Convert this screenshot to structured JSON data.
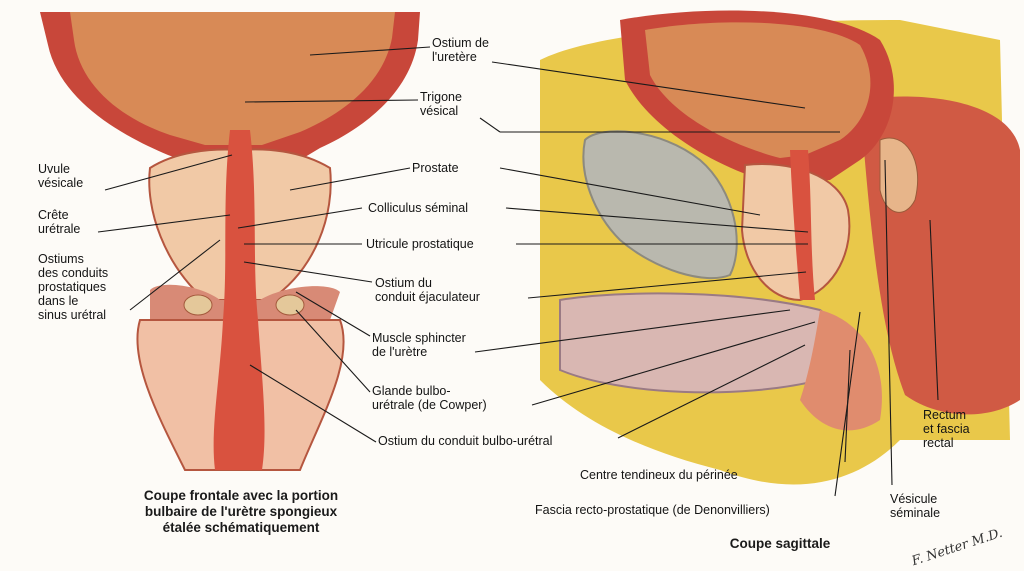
{
  "labels": {
    "ostium_uretere": "Ostium de\nl'uretère",
    "trigone": "Trigone\nvésical",
    "uvule": "Uvule\nvésicale",
    "crete": "Crête\nurétrale",
    "ostiums": "Ostiums\ndes conduits\nprostatiques\ndans le\nsinus urétral",
    "prostate": "Prostate",
    "colliculus": "Colliculus séminal",
    "utricule": "Utricule prostatique",
    "ostium_ejac": "Ostium du\nconduit éjaculateur",
    "sphincter": "Muscle sphincter\nde l'urètre",
    "glande": "Glande bulbo-\nurétrale (de Cowper)",
    "ostium_bulbo": "Ostium du conduit bulbo-urétral",
    "centre": "Centre tendineux du périnée",
    "fascia": "Fascia recto-prostatique (de Denonvilliers)",
    "rectum": "Rectum\net fascia\nrectal",
    "vesicule": "Vésicule\nséminale"
  },
  "captions": {
    "frontal": "Coupe frontale avec la portion\nbulbaire de l'urètre spongieux\nétalée schématiquement",
    "sagittal": "Coupe sagittale"
  },
  "signature": "F. Netter M.D.",
  "colors": {
    "muscle": "#c8473a",
    "muscle_light": "#e7917e",
    "prostate": "#f1c9a6",
    "fat": "#e9c84a",
    "lumen": "#d9523f",
    "gray": "#b9b8ae"
  }
}
